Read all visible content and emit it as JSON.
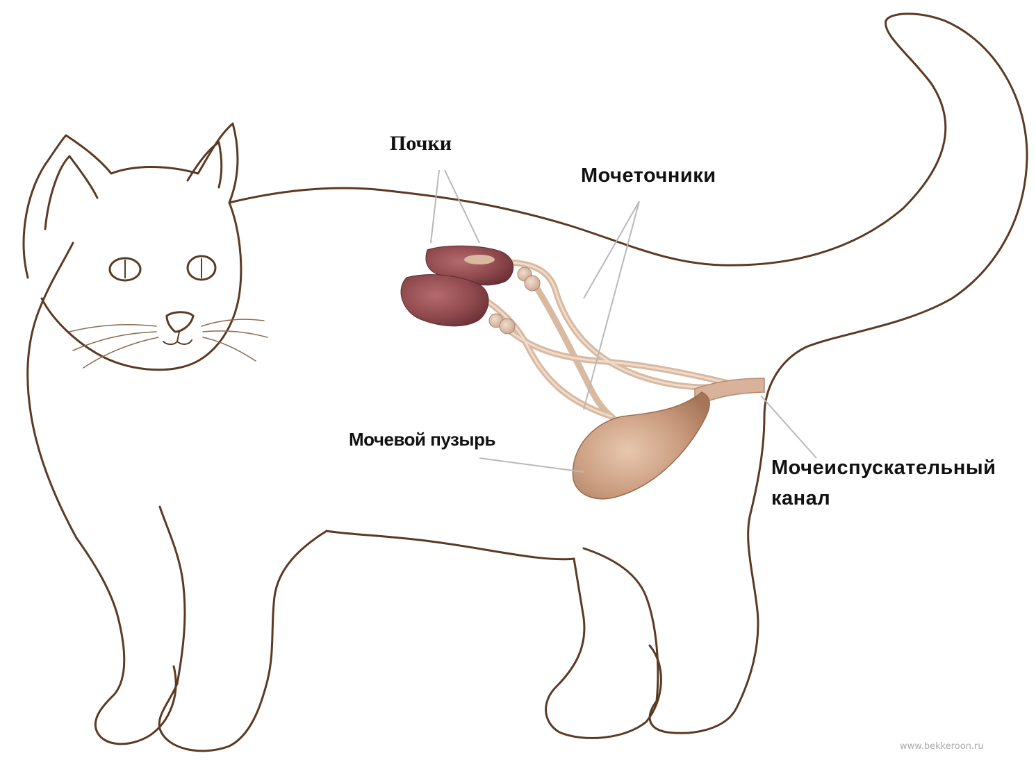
{
  "labels": {
    "kidneys": "Почки",
    "ureters": "Мочеточники",
    "bladder": "Мочевой пузырь",
    "urethra_line1": "Мочеиспускательный",
    "urethra_line2": "канал"
  },
  "watermark": "www.bekkeroon.ru",
  "colors": {
    "outline": "#5a3a22",
    "kidney": "#8f4a4e",
    "kidney_dark": "#6a2f34",
    "organ_tan": "#c89a7c",
    "tube": "#d9b9a0",
    "pointer_line": "#b8b8b8"
  }
}
